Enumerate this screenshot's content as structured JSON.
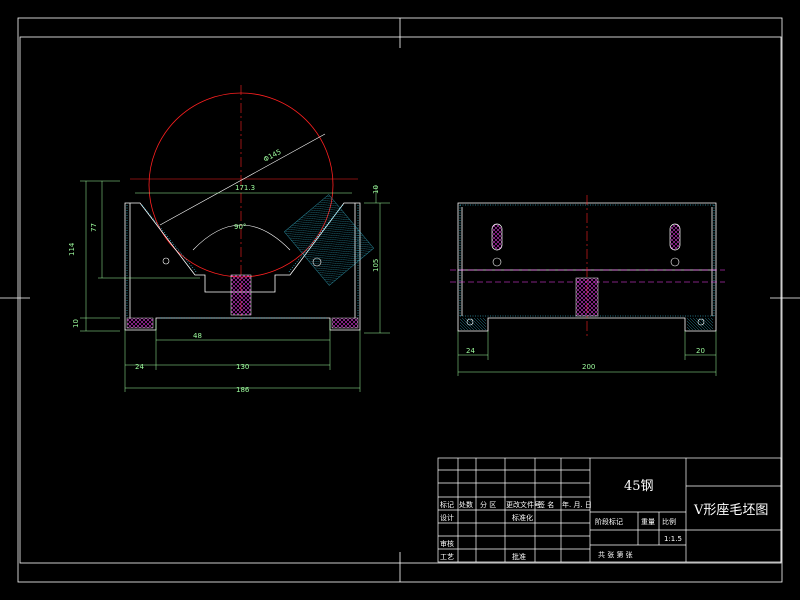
{
  "drawing": {
    "material": "45钢",
    "title": "V形座毛坯图",
    "scale": "1:1.5",
    "front_view": {
      "circle_dia": "Φ145",
      "chord": "171.3",
      "angle": "90°",
      "height_total": "114",
      "height_inner": "77",
      "height_right": "105",
      "height_top_right": "10",
      "height_bottom": "10",
      "width_bottom_inner": "48",
      "width_left": "24",
      "width_mid": "130",
      "width_total": "186"
    },
    "side_view": {
      "width_left": "24",
      "width_total": "200",
      "width_right": "20"
    },
    "title_block": {
      "row1": [
        "标记",
        "处数",
        "分 区",
        "更改文件号",
        "签 名",
        "年. 月. 日"
      ],
      "row2": [
        "设计",
        "",
        "",
        "标准化",
        "",
        ""
      ],
      "row3": [
        "审核",
        "",
        "",
        "",
        "",
        ""
      ],
      "row4": [
        "工艺",
        "",
        "",
        "批准",
        "",
        ""
      ],
      "stage_label": "阶段标记",
      "weight_label": "重量",
      "scale_label": "比例",
      "sheet_info": "共   张   第   张"
    }
  }
}
